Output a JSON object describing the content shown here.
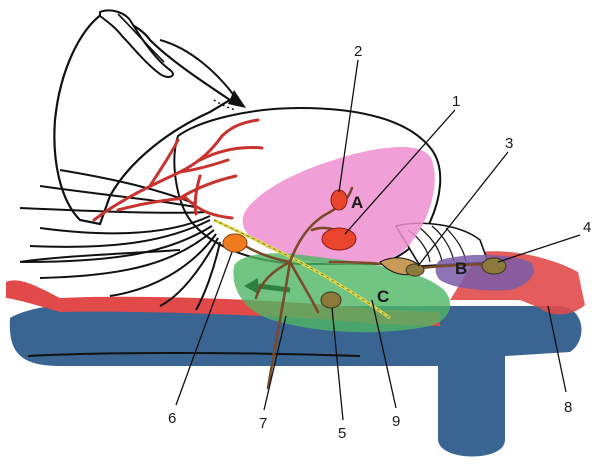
{
  "colors": {
    "vein": "#2f5d8c",
    "artery": "#e24a4a",
    "region_a": "#ee8fd0",
    "region_b": "#7a5aa8",
    "region_c": "#4fb564",
    "node": "#8c7a3c",
    "node_red": "#e8442e",
    "node_orange": "#f07a1e",
    "nerve_yellow": "#e0d84a",
    "outline": "#111111"
  },
  "icons": [
    "arrow-icon"
  ],
  "regions": [
    {
      "id": "a",
      "label": "A"
    },
    {
      "id": "b",
      "label": "B"
    },
    {
      "id": "c",
      "label": "C"
    }
  ],
  "callouts": [
    {
      "id": "1",
      "label": "1"
    },
    {
      "id": "2",
      "label": "2"
    },
    {
      "id": "3",
      "label": "3"
    },
    {
      "id": "4",
      "label": "4"
    },
    {
      "id": "5",
      "label": "5"
    },
    {
      "id": "6",
      "label": "6"
    },
    {
      "id": "7",
      "label": "7"
    },
    {
      "id": "8",
      "label": "8"
    },
    {
      "id": "9",
      "label": "9"
    }
  ]
}
